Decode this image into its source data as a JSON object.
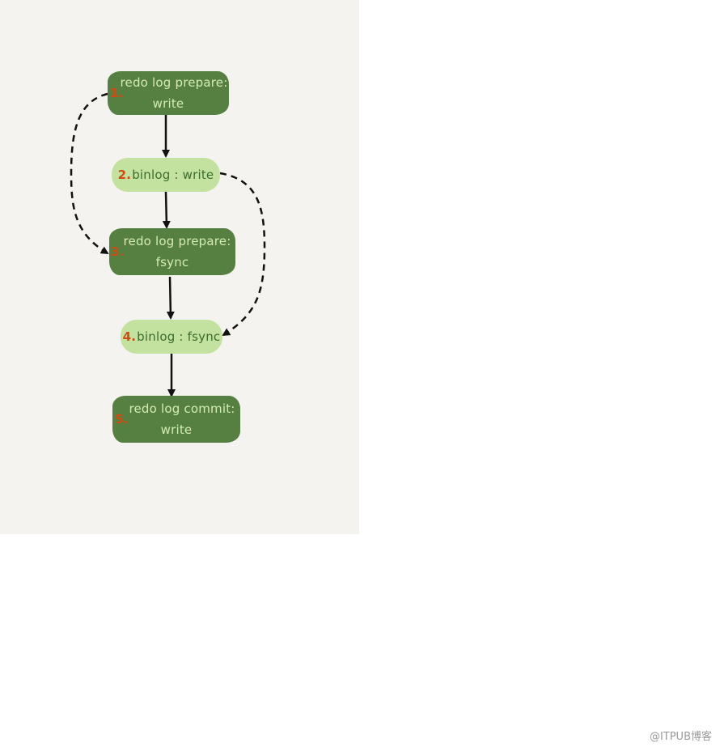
{
  "nodes": {
    "step1": {
      "number": "1.",
      "line1": "redo log prepare:",
      "line2": "write"
    },
    "step2": {
      "number": "2.",
      "text": "binlog : write"
    },
    "step3": {
      "number": "3.",
      "line1": "redo log prepare:",
      "line2": "fsync"
    },
    "step4": {
      "number": "4.",
      "text": "binlog : fsync"
    },
    "step5": {
      "number": "5.",
      "line1": "redo log commit:",
      "line2": "write"
    }
  },
  "watermark": "@ITPUB博客",
  "colors": {
    "background": "#f4f3ef",
    "dark_node": "#558042",
    "light_node": "#c4e29f",
    "number": "#d14a0f",
    "arrow": "#111111"
  }
}
